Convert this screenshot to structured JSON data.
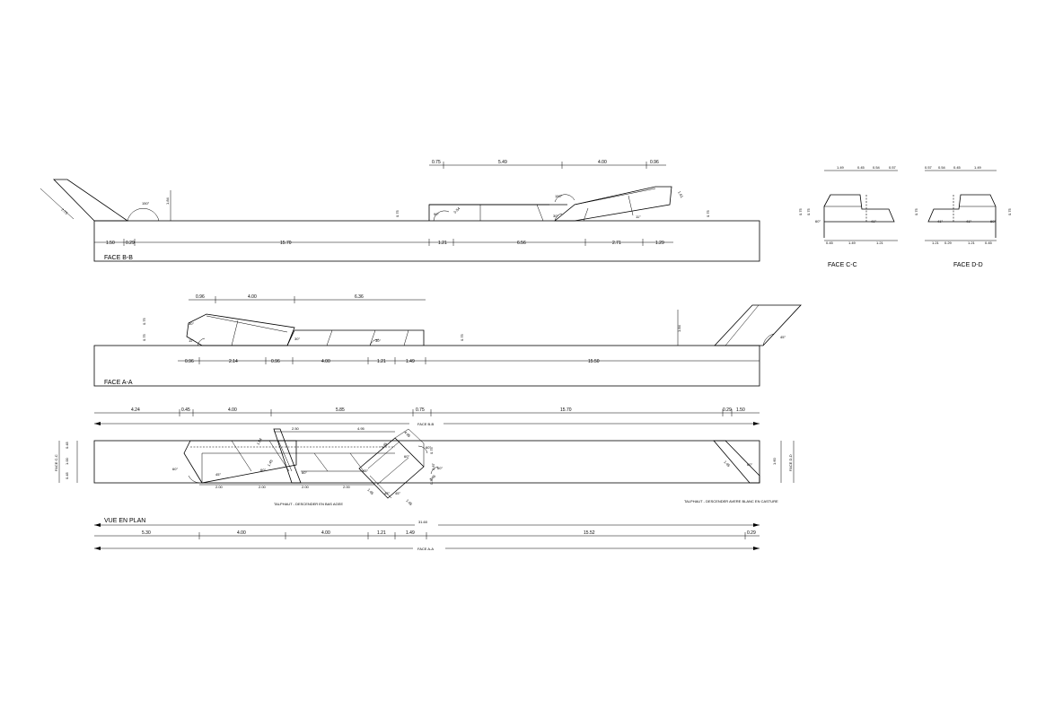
{
  "labels": {
    "face_bb": "FACE B-B",
    "face_aa": "FACE A-A",
    "face_cc": "FACE C-C",
    "face_dd": "FACE D-D",
    "vue_en_plan": "VUE EN PLAN",
    "plan_note_left": "TALPHAUT - DESCENDER EN BAS AGEE",
    "plan_note_right": "TALPHAUT - DESCENDER AVERE BLANC EN CASTURE",
    "face_bb_tag": "FACE B-B",
    "face_aa_tag": "FACE A-A",
    "face_cc_tag": "FACE C-C",
    "face_dd_tag": "FACE D-D"
  },
  "dims": {
    "bb_top": [
      "0.75",
      "5.49",
      "4.00",
      "0.96"
    ],
    "bb_bottom": [
      "1.50",
      "0.29",
      "15.70",
      "1.21",
      "6.56",
      "2.71",
      "1.29"
    ],
    "bb_misc": [
      "1.84",
      "0.75",
      "0.75",
      "0.54",
      "2.75",
      "0.25",
      "1.61"
    ],
    "bb_angles": [
      "150°",
      "90°",
      "150°",
      "30°",
      "11°"
    ],
    "aa_top": [
      "0.96",
      "4.00",
      "6.36"
    ],
    "aa_bottom": [
      "0.96",
      "2.14",
      "0.96",
      "4.00",
      "1.21",
      "1.49",
      "15.50"
    ],
    "aa_misc": [
      "0.75",
      "0.75",
      "0.75",
      "1.84"
    ],
    "aa_angles": [
      "30°",
      "11°",
      "30°",
      "30°",
      "45°"
    ],
    "cc_top": [
      "1.49",
      "0.45",
      "0.54",
      "0.57"
    ],
    "cc_bottom": [
      "0.45",
      "1.49",
      "1.21"
    ],
    "cc_side": [
      "0.75",
      "0.75"
    ],
    "cc_angles": [
      "60°",
      "41°"
    ],
    "dd_top": [
      "0.57",
      "0.54",
      "0.45",
      "1.49"
    ],
    "dd_bottom": [
      "1.21",
      "0.29",
      "1.21",
      "0.45"
    ],
    "dd_side": [
      "0.75",
      "0.75"
    ],
    "dd_angles": [
      "41°",
      "41°",
      "60°"
    ],
    "plan_top": [
      "4.24",
      "0.45",
      "4.00",
      "5.85",
      "0.75",
      "15.70",
      "0.29",
      "1.50"
    ],
    "plan_inner": [
      "2.50",
      "4.95",
      "1.84",
      "1.45"
    ],
    "plan_below": [
      "2.00",
      "2.00",
      "2.00",
      "2.00"
    ],
    "plan_angles": [
      "60°",
      "45°",
      "60°",
      "60°",
      "45°",
      "45°",
      "45°",
      "60°",
      "60°"
    ],
    "plan_total": "31.60",
    "plan_bottom": [
      "5.30",
      "4.00",
      "4.00",
      "1.21",
      "1.49",
      "15.52",
      "0.29"
    ],
    "plan_left": [
      "0.45",
      "1.00",
      "0.45"
    ],
    "plan_right": "1.60",
    "plan_mid": [
      "0.75",
      "0.35",
      "3.87"
    ]
  }
}
